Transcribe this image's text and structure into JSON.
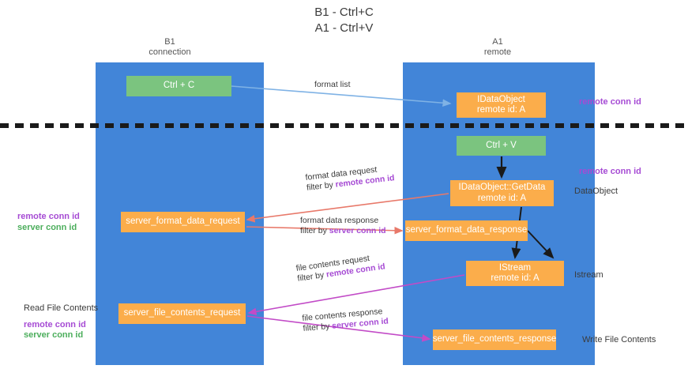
{
  "title": {
    "line1": "B1 - Ctrl+C",
    "line2": "A1 - Ctrl+V"
  },
  "lanes": [
    {
      "id": "b1",
      "name": "B1",
      "sub": "connection",
      "color": "#4285d8"
    },
    {
      "id": "a1",
      "name": "A1",
      "sub": "remote",
      "color": "#4285d8"
    }
  ],
  "colors": {
    "lane_blue": "#4285d8",
    "node_green": "#7bc47f",
    "node_orange": "#fbad4b",
    "purple": "#a64bd4",
    "green_text": "#4cae5c",
    "arrow_blue": "#7fb2e5",
    "arrow_red": "#e8796a",
    "arrow_magenta": "#c24bc7",
    "arrow_black": "#1a1a1a"
  },
  "nodes": {
    "ctrl_c": {
      "label": "Ctrl + C",
      "style": "green"
    },
    "idataobject": {
      "line1": "IDataObject",
      "line2": "remote id: A",
      "style": "orange"
    },
    "ctrl_v": {
      "label": "Ctrl + V",
      "style": "green"
    },
    "getdata": {
      "line1": "IDataObject::GetData",
      "line2": "remote id: A",
      "style": "orange"
    },
    "server_format_data_request": {
      "label": "server_format_data_request",
      "style": "orange"
    },
    "server_format_data_response": {
      "label": "server_format_data_response",
      "style": "orange"
    },
    "istream": {
      "line1": "IStream",
      "line2": "remote id: A",
      "style": "orange"
    },
    "server_file_contents_request": {
      "label": "server_file_contents_request",
      "style": "orange"
    },
    "server_file_contents_response": {
      "label": "server_file_contents_response",
      "style": "orange"
    }
  },
  "edge_labels": {
    "format_list": "format list",
    "format_data_request": "format data request",
    "format_data_request_filter_prefix": "filter by ",
    "format_data_request_filter_key": "remote conn id",
    "format_data_response": "format data response",
    "format_data_response_filter_prefix": "filter by ",
    "format_data_response_filter_key": "server conn id",
    "file_contents_request": "file contents request",
    "file_contents_request_filter_prefix": "filter by ",
    "file_contents_request_filter_key": "remote conn id",
    "file_contents_response": "file contents response",
    "file_contents_response_filter_prefix": "filter by ",
    "file_contents_response_filter_key": "server conn id"
  },
  "side_labels": {
    "remote_conn_id_top": "remote conn id",
    "remote_conn_id_mid": "remote conn id",
    "dataobject": "DataObject",
    "istream": "Istream",
    "write_file_contents": "Write File Contents",
    "left_mid_remote": "remote conn id",
    "left_mid_server": "server conn id",
    "read_file_contents": "Read File Contents",
    "left_bottom_remote": "remote conn id",
    "left_bottom_server": "server conn id"
  }
}
